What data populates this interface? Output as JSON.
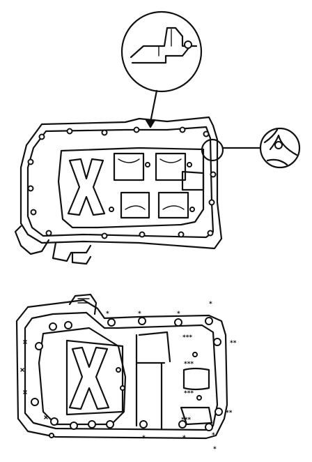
{
  "figure": {
    "top_view": {
      "callouts": [
        {
          "name": "detail-callout-upper",
          "depicts": "magnified sealant bead detail"
        },
        {
          "name": "detail-callout-right",
          "depicts": "magnified sealant bead corner detail"
        }
      ]
    },
    "bottom_view": {
      "marks": [
        {
          "text": "*"
        },
        {
          "text": "*"
        },
        {
          "text": "*"
        },
        {
          "text": "*"
        },
        {
          "text": "***"
        },
        {
          "text": "**"
        },
        {
          "text": "***"
        },
        {
          "text": "***"
        },
        {
          "text": "**"
        },
        {
          "text": "***"
        },
        {
          "text": "*"
        },
        {
          "text": "*"
        },
        {
          "text": "*"
        },
        {
          "text": "*"
        }
      ]
    },
    "line_color": "#111111",
    "background_color": "#ffffff"
  }
}
